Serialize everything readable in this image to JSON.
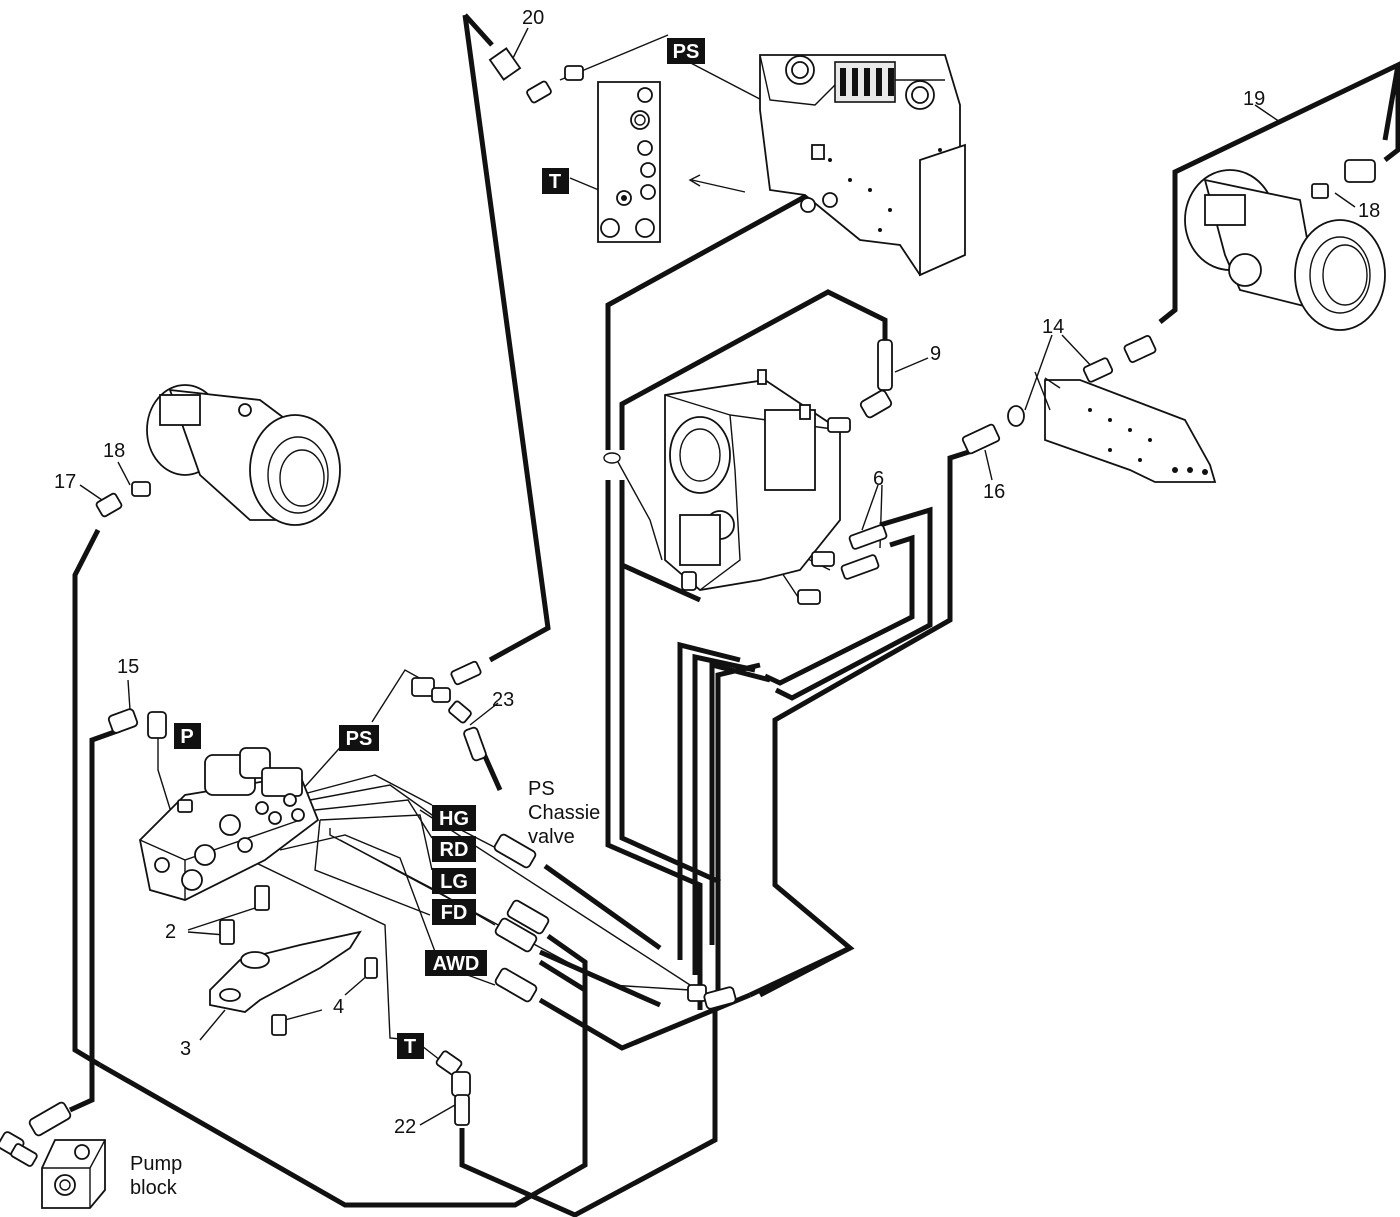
{
  "part_numbers": {
    "n20": "20",
    "n19": "19",
    "n18a": "18",
    "n18b": "18",
    "n17": "17",
    "n14": "14",
    "n9": "9",
    "n6": "6",
    "n16": "16",
    "n15": "15",
    "n23": "23",
    "n2": "2",
    "n3": "3",
    "n4": "4",
    "n22": "22"
  },
  "port_tags": {
    "ps_top": "PS",
    "t_top": "T",
    "p": "P",
    "ps_mid": "PS",
    "hg": "HG",
    "rd": "RD",
    "lg": "LG",
    "fd": "FD",
    "awd": "AWD",
    "t_bottom": "T"
  },
  "captions": {
    "ps_chassie_line1": "PS",
    "ps_chassie_line2": "Chassie",
    "ps_chassie_line3": "valve",
    "pump_block_line1": "Pump",
    "pump_block_line2": "block"
  }
}
